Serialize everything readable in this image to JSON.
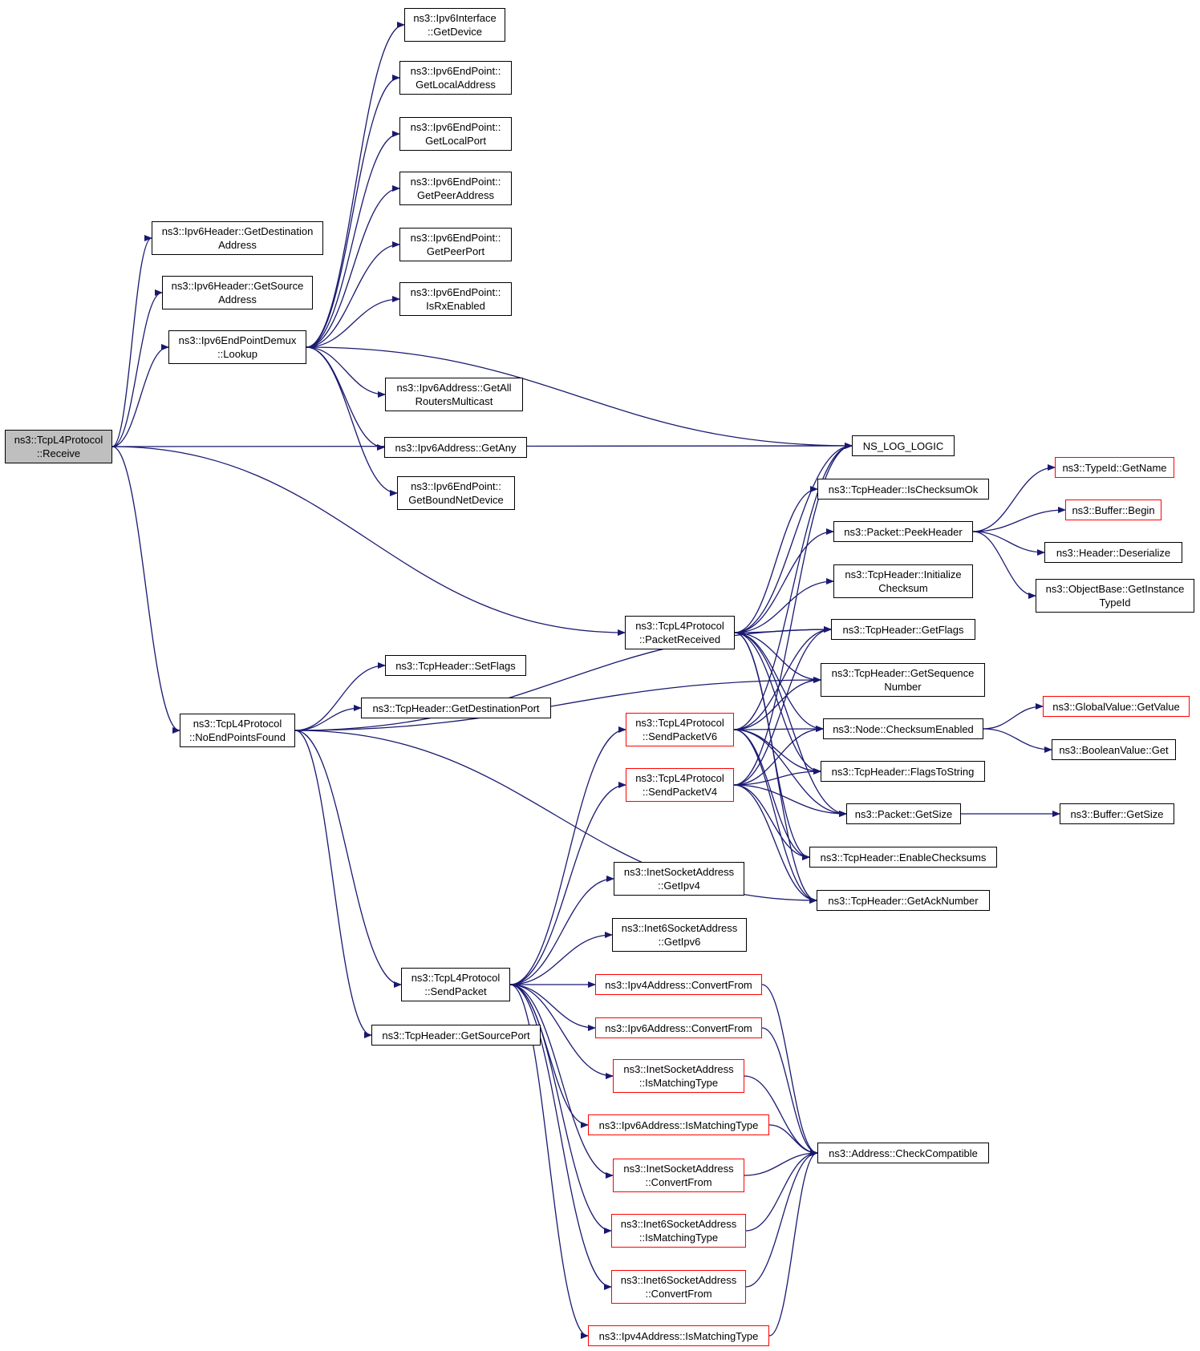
{
  "graph": {
    "edge_color": "#191970",
    "border_colors": {
      "normal": "#000000",
      "truncated": "#ff0000"
    },
    "root_fill": "#bfbfbf",
    "nodes": {
      "receive": {
        "lines": [
          "ns3::TcpL4Protocol",
          "::Receive"
        ],
        "root": true
      },
      "getdestaddr": {
        "lines": [
          "ns3::Ipv6Header::GetDestination",
          "Address"
        ]
      },
      "getsrcaddr": {
        "lines": [
          "ns3::Ipv6Header::GetSource",
          "Address"
        ]
      },
      "lookup": {
        "lines": [
          "ns3::Ipv6EndPointDemux",
          "::Lookup"
        ]
      },
      "getdevice": {
        "lines": [
          "ns3::Ipv6Interface",
          "::GetDevice"
        ]
      },
      "getlocaladdr": {
        "lines": [
          "ns3::Ipv6EndPoint::",
          "GetLocalAddress"
        ]
      },
      "getlocalport": {
        "lines": [
          "ns3::Ipv6EndPoint::",
          "GetLocalPort"
        ]
      },
      "getpeeraddr": {
        "lines": [
          "ns3::Ipv6EndPoint::",
          "GetPeerAddress"
        ]
      },
      "getpeerport": {
        "lines": [
          "ns3::Ipv6EndPoint::",
          "GetPeerPort"
        ]
      },
      "isrxenabled": {
        "lines": [
          "ns3::Ipv6EndPoint::",
          "IsRxEnabled"
        ]
      },
      "getallrouters": {
        "lines": [
          "ns3::Ipv6Address::GetAll",
          "RoutersMulticast"
        ]
      },
      "getany": {
        "lines": [
          "ns3::Ipv6Address::GetAny"
        ]
      },
      "getboundnetdevice": {
        "lines": [
          "ns3::Ipv6EndPoint::",
          "GetBoundNetDevice"
        ]
      },
      "nslog": {
        "lines": [
          "NS_LOG_LOGIC"
        ]
      },
      "packetreceived": {
        "lines": [
          "ns3::TcpL4Protocol",
          "::PacketReceived"
        ]
      },
      "noendpoints": {
        "lines": [
          "ns3::TcpL4Protocol",
          "::NoEndPointsFound"
        ]
      },
      "setflags": {
        "lines": [
          "ns3::TcpHeader::SetFlags"
        ]
      },
      "getdestport": {
        "lines": [
          "ns3::TcpHeader::GetDestinationPort"
        ]
      },
      "sendpacketv6": {
        "lines": [
          "ns3::TcpL4Protocol",
          "::SendPacketV6"
        ],
        "red": true
      },
      "sendpacketv4": {
        "lines": [
          "ns3::TcpL4Protocol",
          "::SendPacketV4"
        ],
        "red": true
      },
      "sendpacket": {
        "lines": [
          "ns3::TcpL4Protocol",
          "::SendPacket"
        ]
      },
      "getsrcport": {
        "lines": [
          "ns3::TcpHeader::GetSourcePort"
        ]
      },
      "ischecksumok": {
        "lines": [
          "ns3::TcpHeader::IsChecksumOk"
        ]
      },
      "peekheader": {
        "lines": [
          "ns3::Packet::PeekHeader"
        ]
      },
      "initchecksum": {
        "lines": [
          "ns3::TcpHeader::Initialize",
          "Checksum"
        ]
      },
      "getflags": {
        "lines": [
          "ns3::TcpHeader::GetFlags"
        ]
      },
      "getseqnum": {
        "lines": [
          "ns3::TcpHeader::GetSequence",
          "Number"
        ]
      },
      "checksumenabled": {
        "lines": [
          "ns3::Node::ChecksumEnabled"
        ]
      },
      "flagstostring": {
        "lines": [
          "ns3::TcpHeader::FlagsToString"
        ]
      },
      "packetgetsize": {
        "lines": [
          "ns3::Packet::GetSize"
        ]
      },
      "enablechecksums": {
        "lines": [
          "ns3::TcpHeader::EnableChecksums"
        ]
      },
      "getacknumber": {
        "lines": [
          "ns3::TcpHeader::GetAckNumber"
        ]
      },
      "typeidgetname": {
        "lines": [
          "ns3::TypeId::GetName"
        ],
        "red": true
      },
      "bufferbegin": {
        "lines": [
          "ns3::Buffer::Begin"
        ],
        "red": true
      },
      "deserialize": {
        "lines": [
          "ns3::Header::Deserialize"
        ]
      },
      "getinstancetypeid": {
        "lines": [
          "ns3::ObjectBase::GetInstance",
          "TypeId"
        ]
      },
      "globalgetvalue": {
        "lines": [
          "ns3::GlobalValue::GetValue"
        ],
        "red": true
      },
      "booleanget": {
        "lines": [
          "ns3::BooleanValue::Get"
        ]
      },
      "buffergetsize": {
        "lines": [
          "ns3::Buffer::GetSize"
        ]
      },
      "inetgetipv4": {
        "lines": [
          "ns3::InetSocketAddress",
          "::GetIpv4"
        ]
      },
      "inet6getipv6": {
        "lines": [
          "ns3::Inet6SocketAddress",
          "::GetIpv6"
        ]
      },
      "ipv4convertfrom": {
        "lines": [
          "ns3::Ipv4Address::ConvertFrom"
        ],
        "red": true
      },
      "ipv6convertfrom": {
        "lines": [
          "ns3::Ipv6Address::ConvertFrom"
        ],
        "red": true
      },
      "inetismatching": {
        "lines": [
          "ns3::InetSocketAddress",
          "::IsMatchingType"
        ],
        "red": true
      },
      "ipv6ismatching": {
        "lines": [
          "ns3::Ipv6Address::IsMatchingType"
        ],
        "red": true
      },
      "inetconvertfrom": {
        "lines": [
          "ns3::InetSocketAddress",
          "::ConvertFrom"
        ],
        "red": true
      },
      "inet6ismatching": {
        "lines": [
          "ns3::Inet6SocketAddress",
          "::IsMatchingType"
        ],
        "red": true
      },
      "inet6convertfrom": {
        "lines": [
          "ns3::Inet6SocketAddress",
          "::ConvertFrom"
        ],
        "red": true
      },
      "ipv4ismatching": {
        "lines": [
          "ns3::Ipv4Address::IsMatchingType"
        ],
        "red": true
      },
      "checkcompatible": {
        "lines": [
          "ns3::Address::CheckCompatible"
        ]
      }
    },
    "edges": [
      [
        "receive",
        "getdestaddr"
      ],
      [
        "receive",
        "getsrcaddr"
      ],
      [
        "receive",
        "lookup"
      ],
      [
        "receive",
        "nslog"
      ],
      [
        "receive",
        "packetreceived"
      ],
      [
        "receive",
        "noendpoints"
      ],
      [
        "lookup",
        "getdevice"
      ],
      [
        "lookup",
        "getlocaladdr"
      ],
      [
        "lookup",
        "getlocalport"
      ],
      [
        "lookup",
        "getpeeraddr"
      ],
      [
        "lookup",
        "getpeerport"
      ],
      [
        "lookup",
        "isrxenabled"
      ],
      [
        "lookup",
        "nslog"
      ],
      [
        "lookup",
        "getallrouters"
      ],
      [
        "lookup",
        "getany"
      ],
      [
        "lookup",
        "getboundnetdevice"
      ],
      [
        "packetreceived",
        "nslog"
      ],
      [
        "packetreceived",
        "ischecksumok"
      ],
      [
        "packetreceived",
        "peekheader"
      ],
      [
        "packetreceived",
        "initchecksum"
      ],
      [
        "packetreceived",
        "getflags"
      ],
      [
        "packetreceived",
        "getseqnum"
      ],
      [
        "packetreceived",
        "checksumenabled"
      ],
      [
        "packetreceived",
        "flagstostring"
      ],
      [
        "packetreceived",
        "packetgetsize"
      ],
      [
        "packetreceived",
        "enablechecksums"
      ],
      [
        "packetreceived",
        "getacknumber"
      ],
      [
        "noendpoints",
        "getflags"
      ],
      [
        "noendpoints",
        "setflags"
      ],
      [
        "noendpoints",
        "getdestport"
      ],
      [
        "noendpoints",
        "getseqnum"
      ],
      [
        "noendpoints",
        "getacknumber"
      ],
      [
        "noendpoints",
        "sendpacket"
      ],
      [
        "noendpoints",
        "getsrcport"
      ],
      [
        "sendpacketv6",
        "nslog"
      ],
      [
        "sendpacketv6",
        "getflags"
      ],
      [
        "sendpacketv6",
        "getseqnum"
      ],
      [
        "sendpacketv6",
        "checksumenabled"
      ],
      [
        "sendpacketv6",
        "flagstostring"
      ],
      [
        "sendpacketv6",
        "packetgetsize"
      ],
      [
        "sendpacketv6",
        "enablechecksums"
      ],
      [
        "sendpacketv6",
        "getacknumber"
      ],
      [
        "sendpacketv4",
        "nslog"
      ],
      [
        "sendpacketv4",
        "getflags"
      ],
      [
        "sendpacketv4",
        "checksumenabled"
      ],
      [
        "sendpacketv4",
        "flagstostring"
      ],
      [
        "sendpacketv4",
        "packetgetsize"
      ],
      [
        "sendpacketv4",
        "enablechecksums"
      ],
      [
        "sendpacketv4",
        "getacknumber"
      ],
      [
        "sendpacket",
        "sendpacketv6"
      ],
      [
        "sendpacket",
        "sendpacketv4"
      ],
      [
        "sendpacket",
        "inetgetipv4"
      ],
      [
        "sendpacket",
        "inet6getipv6"
      ],
      [
        "sendpacket",
        "ipv4convertfrom"
      ],
      [
        "sendpacket",
        "ipv6convertfrom"
      ],
      [
        "sendpacket",
        "inetismatching"
      ],
      [
        "sendpacket",
        "ipv6ismatching"
      ],
      [
        "sendpacket",
        "inetconvertfrom"
      ],
      [
        "sendpacket",
        "inet6ismatching"
      ],
      [
        "sendpacket",
        "inet6convertfrom"
      ],
      [
        "sendpacket",
        "ipv4ismatching"
      ],
      [
        "peekheader",
        "typeidgetname"
      ],
      [
        "peekheader",
        "bufferbegin"
      ],
      [
        "peekheader",
        "deserialize"
      ],
      [
        "peekheader",
        "getinstancetypeid"
      ],
      [
        "checksumenabled",
        "globalgetvalue"
      ],
      [
        "checksumenabled",
        "booleanget"
      ],
      [
        "packetgetsize",
        "buffergetsize"
      ],
      [
        "ipv4convertfrom",
        "checkcompatible"
      ],
      [
        "ipv6convertfrom",
        "checkcompatible"
      ],
      [
        "inetismatching",
        "checkcompatible"
      ],
      [
        "ipv6ismatching",
        "checkcompatible"
      ],
      [
        "inetconvertfrom",
        "checkcompatible"
      ],
      [
        "inet6ismatching",
        "checkcompatible"
      ],
      [
        "inet6convertfrom",
        "checkcompatible"
      ],
      [
        "ipv4ismatching",
        "checkcompatible"
      ]
    ]
  }
}
